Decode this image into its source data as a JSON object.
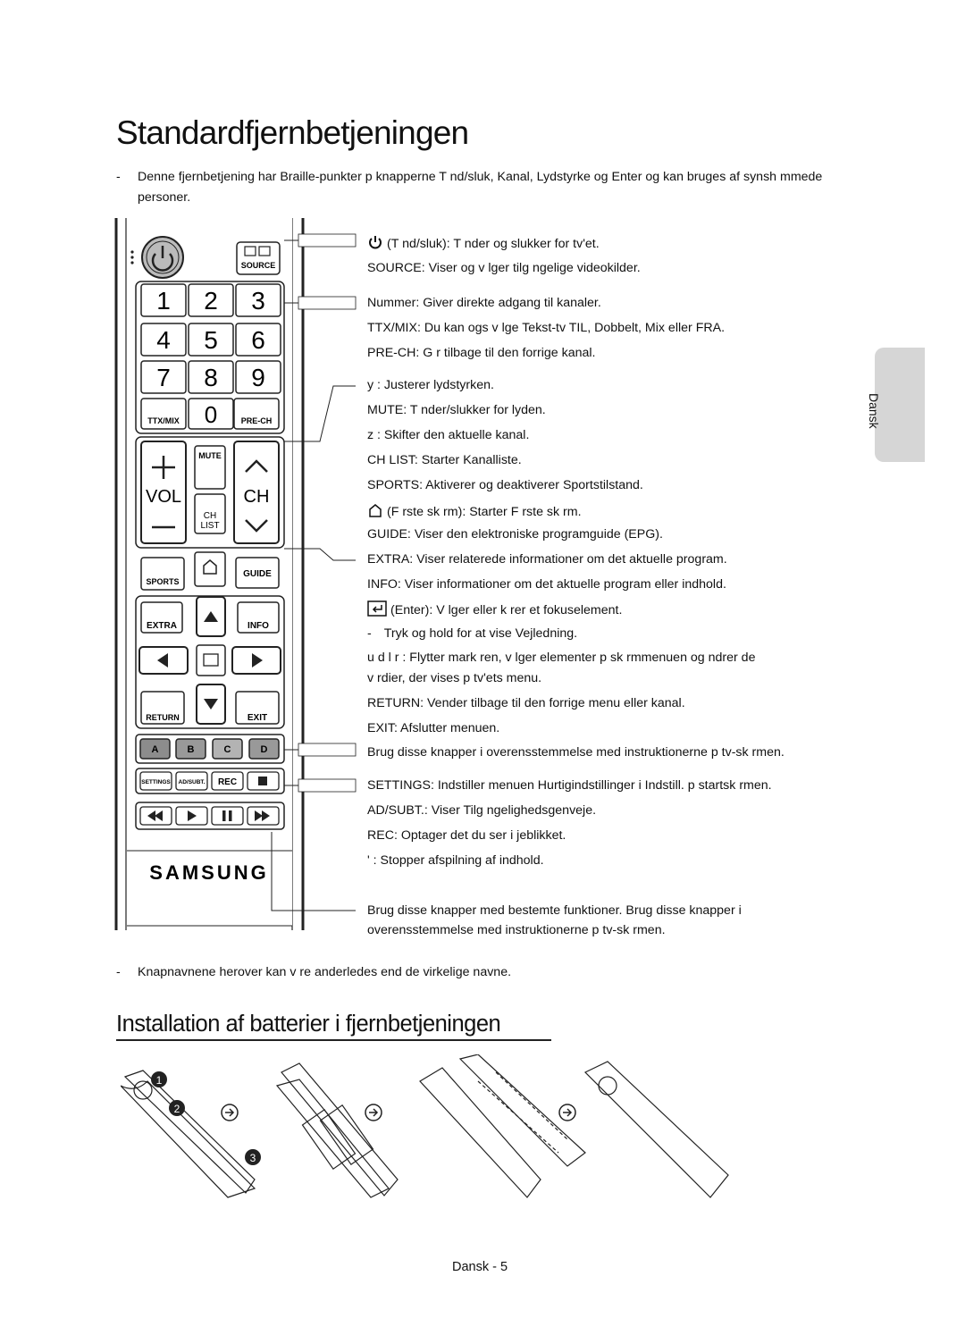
{
  "title": "Standardfjernbetjeningen",
  "intro_dash": "-",
  "intro_text": "Denne fjernbetjening har Braille-punkter p  knapperne T nd/sluk, Kanal, Lydstyrke og Enter og kan bruges af synsh mmede personer.",
  "remote": {
    "buttons": {
      "source": "SOURCE",
      "ttx": "TTX/MIX",
      "prech": "PRE-CH",
      "mute": "MUTE",
      "vol": "VOL",
      "ch": "CH",
      "chlist_1": "CH",
      "chlist_2": "LIST",
      "sports": "SPORTS",
      "guide": "GUIDE",
      "extra": "EXTRA",
      "info": "INFO",
      "return": "RETURN",
      "exit": "EXIT",
      "a": "A",
      "b": "B",
      "c": "C",
      "d": "D",
      "settings": "SETTINGS",
      "adsubt": "AD/SUBT.",
      "rec": "REC",
      "brand": "SAMSUNG",
      "digits": [
        "1",
        "2",
        "3",
        "4",
        "5",
        "6",
        "7",
        "8",
        "9",
        "0"
      ]
    }
  },
  "descriptions": [
    {
      "text": "(T nd/sluk): T nder og slukker for tv'et.",
      "icon": "power-icon"
    },
    {
      "text": "SOURCE: Viser og v lger tilg ngelige videokilder."
    },
    {
      "text": "Nummer: Giver direkte adgang til kanaler."
    },
    {
      "text": "TTX/MIX: Du kan ogs  v lge Tekst-tv TIL, Dobbelt, Mix eller FRA."
    },
    {
      "text": "PRE-CH: G r tilbage til den forrige kanal."
    },
    {
      "text": "y            : Justerer lydstyrken."
    },
    {
      "text": "MUTE: T nder/slukker for lyden."
    },
    {
      "text": "z             : Skifter den aktuelle kanal."
    },
    {
      "text": "CH LIST: Starter Kanalliste."
    },
    {
      "text": "SPORTS: Aktiverer og deaktiverer Sportstilstand."
    },
    {
      "text": "(F rste sk rm): Starter F rste sk rm.",
      "icon": "home-icon"
    },
    {
      "text": "GUIDE: Viser den elektroniske programguide (EPG)."
    },
    {
      "text": "EXTRA: Viser relaterede informationer om det aktuelle program."
    },
    {
      "text": "INFO: Viser informationer om det aktuelle program eller indhold."
    },
    {
      "text": "(Enter): V lger eller k rer et fokuselement.",
      "icon": "enter-icon"
    },
    {
      "text": "Tryk og hold for at vise Vejledning.",
      "dash": "-"
    },
    {
      "text": "u  d  l  r : Flytter mark ren, v lger elementer p  sk rmmenuen og  ndrer de"
    },
    {
      "text": "v rdier, der vises p  tv'ets menu."
    },
    {
      "text": "RETURN: Vender tilbage til den forrige menu eller kanal."
    },
    {
      "text": "EXIT: Afslutter menuen."
    },
    {
      "text": "Brug disse knapper i overensstemmelse med instruktionerne p  tv-sk rmen."
    },
    {
      "text": "SETTINGS: Indstiller menuen Hurtigindstillinger i Indstill. p  startsk rmen."
    },
    {
      "text": "AD/SUBT.: Viser Tilg ngelighedsgenveje."
    },
    {
      "text": "REC: Optager det du ser i  jeblikket."
    },
    {
      "text": "'  : Stopper afspilning af indhold."
    },
    {
      "text": "Brug disse knapper med bestemte funktioner. Brug disse knapper i"
    },
    {
      "text": "overensstemmelse med instruktionerne p  tv-sk rmen."
    }
  ],
  "bottom_note_dash": "-",
  "bottom_note": "Knapnavnene herover kan v re anderledes end de virkelige navne.",
  "subtitle": "Installation af batterier i fjernbetjeningen",
  "steps": [
    "1",
    "2",
    "3"
  ],
  "side_tab": "Dansk",
  "footer": "Dansk - 5"
}
